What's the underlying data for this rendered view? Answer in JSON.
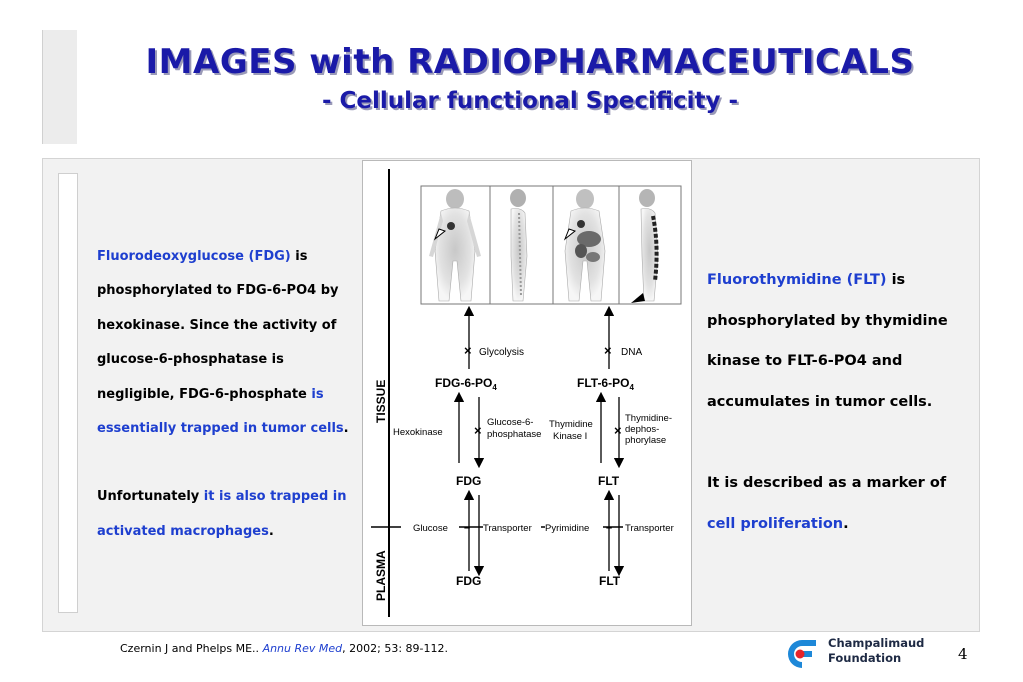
{
  "slide": {
    "title": "IMAGES with RADIOPHARMACEUTICALS",
    "subtitle": "- Cellular functional Specificity -",
    "page_number": "4"
  },
  "left_panel": {
    "p1_term": "Fluorodeoxyglucose (FDG)",
    "p1_text_a": " is phosphorylated to FDG-6-PO4 by hexokinase. Since the activity of glucose-6-phosphatase is negligible, FDG-6-phosphate ",
    "p1_highlight": "is essentially trapped in tumor cells",
    "p1_end": ".",
    "p2_text_a": "Unfortunately ",
    "p2_highlight": "it is also trapped in activated macrophages",
    "p2_end": "."
  },
  "right_panel": {
    "p1_term": "Fluorothymidine (FLT)",
    "p1_text": " is phosphorylated by thymidine kinase to FLT-6-PO4 and accumulates in tumor cells.",
    "p2_text": "It is described as a marker of ",
    "p2_highlight": "cell proliferation",
    "p2_end": "."
  },
  "figure": {
    "tissue_label": "TISSUE",
    "plasma_label": "PLASMA",
    "fdg": {
      "top_block": "Glycolysis",
      "phosphate": "FDG-6-PO",
      "enzyme_forward": "Hexokinase",
      "enzyme_reverse": "Glucose-6-phosphatase",
      "enzyme_reverse_l1": "Glucose-6-",
      "enzyme_reverse_l2": "phosphatase",
      "tissue_compound": "FDG",
      "plasma_source": "Glucose",
      "transporter": "Transporter",
      "plasma_compound": "FDG"
    },
    "flt": {
      "top_block": "DNA",
      "phosphate": "FLT-6-PO",
      "enzyme_forward_l1": "Thymidine",
      "enzyme_forward_l2": "Kinase I",
      "enzyme_reverse_l1": "Thymidine-",
      "enzyme_reverse_l2": "dephos-",
      "enzyme_reverse_l3": "phorylase",
      "tissue_compound": "FLT",
      "plasma_source": "Pyrimidine",
      "transporter": "Transporter",
      "plasma_compound": "FLT"
    },
    "subscript": "4",
    "block_mark": "×",
    "dash_mark": "–"
  },
  "citation": {
    "authors": "Czernin J and Phelps ME.. ",
    "journal": "Annu Rev Med",
    "details": ", 2002; 53: 89-112."
  },
  "logo": {
    "line1": "Champalimaud",
    "line2": "Foundation"
  },
  "colors": {
    "title": "#1a1aa8",
    "highlight": "#1e3fcf",
    "logo_blue": "#1e88d8",
    "logo_red": "#e8232a"
  }
}
